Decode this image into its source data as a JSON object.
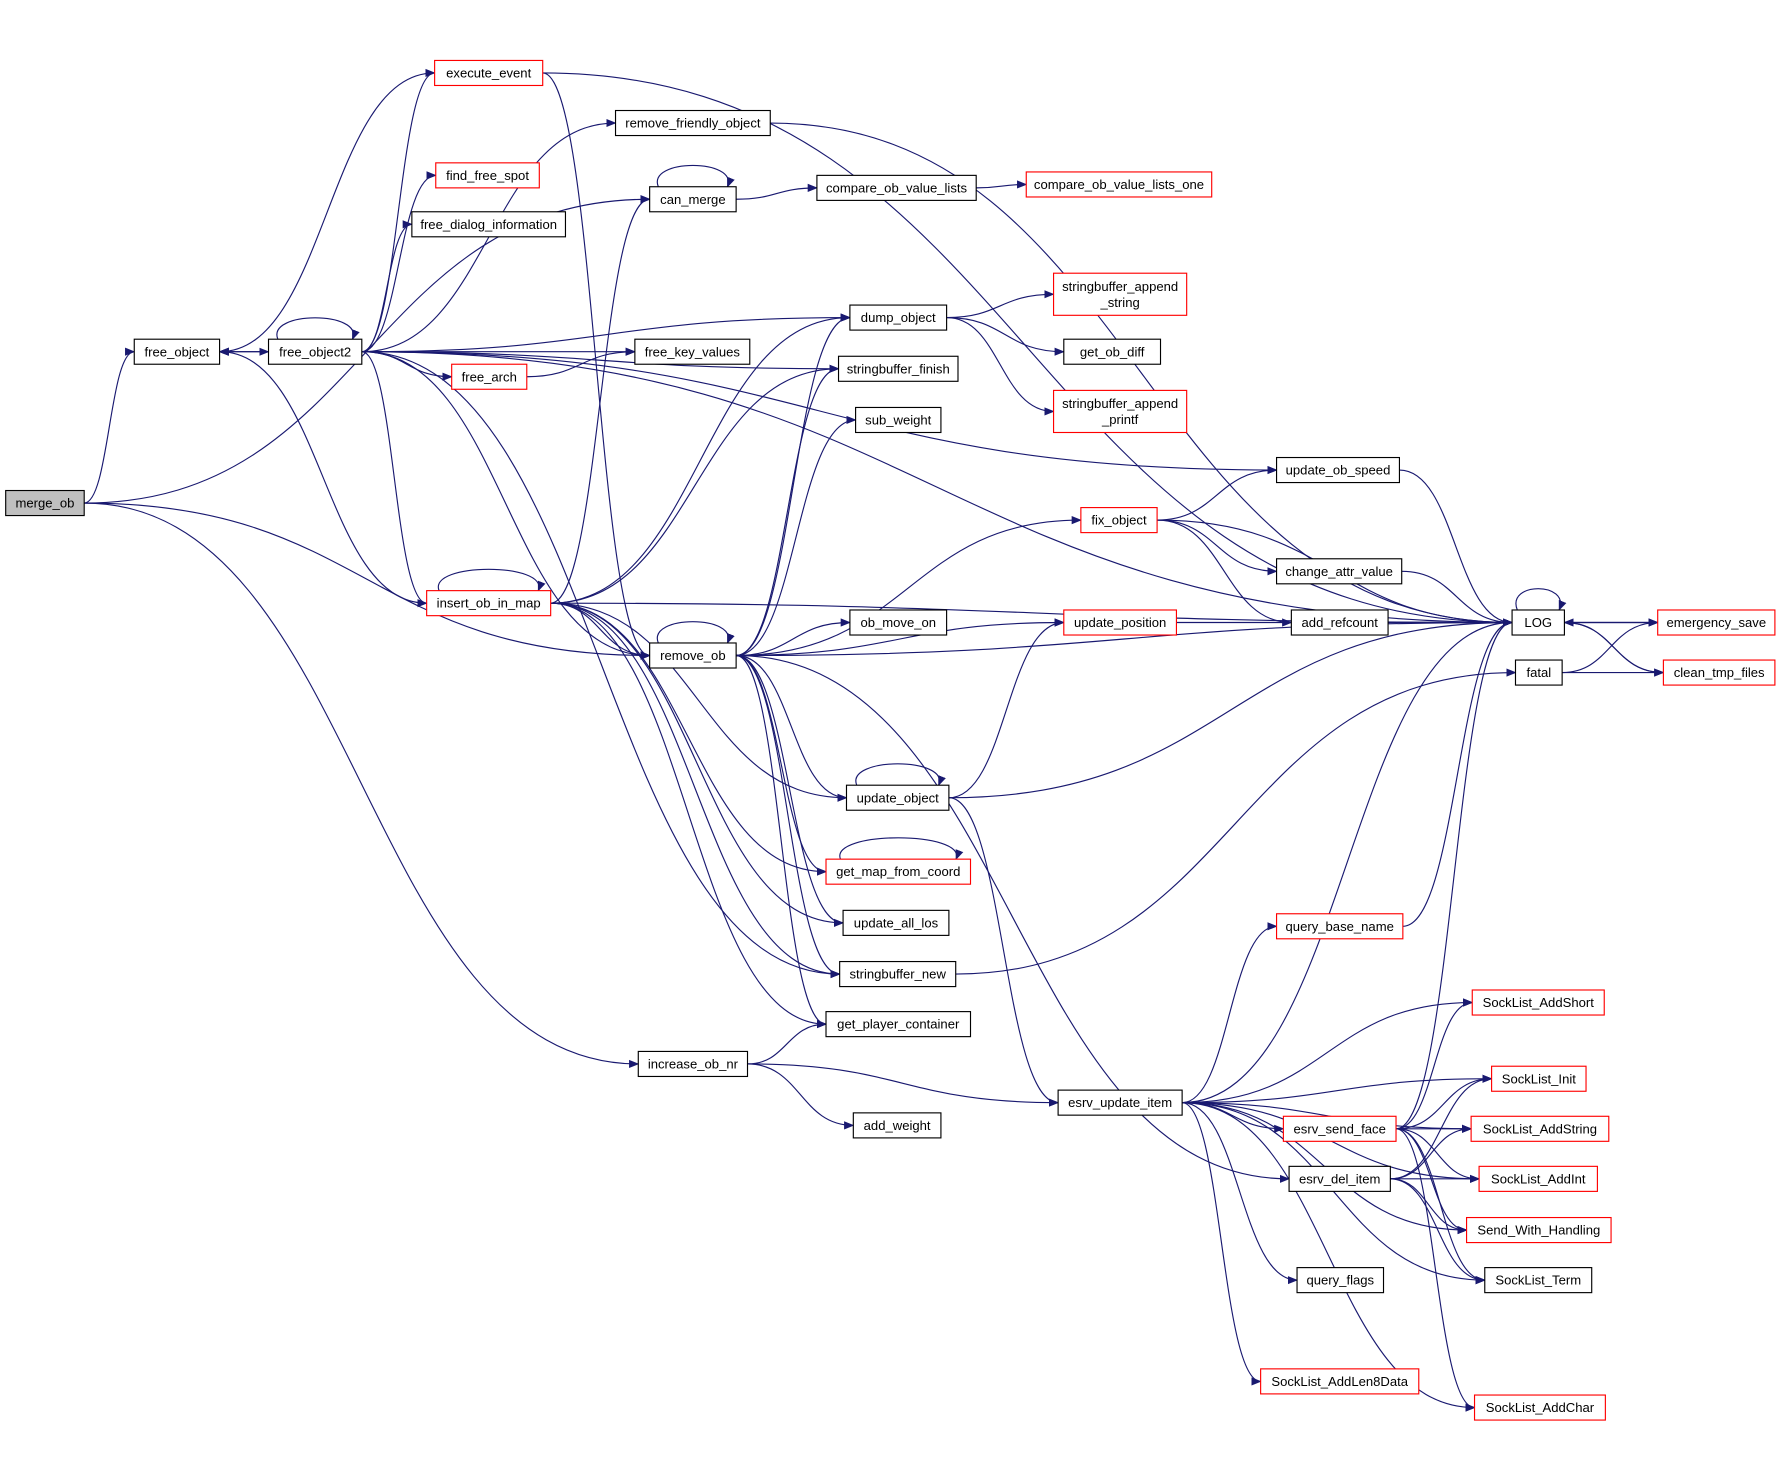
{
  "colors": {
    "edge": "#191970",
    "border_default": "#000000",
    "border_undocumented": "#ff0000",
    "root_fill": "#bfbfbf",
    "node_fill": "#ffffff"
  },
  "root": "merge_ob",
  "nodes": [
    {
      "id": "merge_ob",
      "label": "merge_ob",
      "red": false
    },
    {
      "id": "free_object",
      "label": "free_object",
      "red": false
    },
    {
      "id": "free_object2",
      "label": "free_object2",
      "red": false
    },
    {
      "id": "execute_event",
      "label": "execute_event",
      "red": true
    },
    {
      "id": "remove_friendly_object",
      "label": "remove_friendly_object",
      "red": false
    },
    {
      "id": "find_free_spot",
      "label": "find_free_spot",
      "red": true
    },
    {
      "id": "free_dialog_information",
      "label": "free_dialog_information",
      "red": false
    },
    {
      "id": "free_arch",
      "label": "free_arch",
      "red": true
    },
    {
      "id": "insert_ob_in_map",
      "label": "insert_ob_in_map",
      "red": true
    },
    {
      "id": "can_merge",
      "label": "can_merge",
      "red": false
    },
    {
      "id": "compare_ob_value_lists",
      "label": "compare_ob_value_lists",
      "red": false
    },
    {
      "id": "compare_ob_value_lists_one",
      "label": "compare_ob_value_lists_one",
      "red": true
    },
    {
      "id": "dump_object",
      "label": "dump_object",
      "red": false
    },
    {
      "id": "free_key_values",
      "label": "free_key_values",
      "red": false
    },
    {
      "id": "stringbuffer_append_string",
      "label": "stringbuffer_append_string",
      "red": true
    },
    {
      "id": "get_ob_diff",
      "label": "get_ob_diff",
      "red": false
    },
    {
      "id": "stringbuffer_finish",
      "label": "stringbuffer_finish",
      "red": false
    },
    {
      "id": "stringbuffer_append_printf",
      "label": "stringbuffer_append_printf",
      "red": true
    },
    {
      "id": "sub_weight",
      "label": "sub_weight",
      "red": false
    },
    {
      "id": "update_ob_speed",
      "label": "update_ob_speed",
      "red": false
    },
    {
      "id": "fix_object",
      "label": "fix_object",
      "red": true
    },
    {
      "id": "change_attr_value",
      "label": "change_attr_value",
      "red": false
    },
    {
      "id": "add_refcount",
      "label": "add_refcount",
      "red": false
    },
    {
      "id": "LOG",
      "label": "LOG",
      "red": false
    },
    {
      "id": "emergency_save",
      "label": "emergency_save",
      "red": true
    },
    {
      "id": "fatal",
      "label": "fatal",
      "red": false
    },
    {
      "id": "clean_tmp_files",
      "label": "clean_tmp_files",
      "red": true
    },
    {
      "id": "update_position",
      "label": "update_position",
      "red": true
    },
    {
      "id": "ob_move_on",
      "label": "ob_move_on",
      "red": false
    },
    {
      "id": "remove_ob",
      "label": "remove_ob",
      "red": false
    },
    {
      "id": "update_object",
      "label": "update_object",
      "red": false
    },
    {
      "id": "get_map_from_coord",
      "label": "get_map_from_coord",
      "red": true
    },
    {
      "id": "update_all_los",
      "label": "update_all_los",
      "red": false
    },
    {
      "id": "stringbuffer_new",
      "label": "stringbuffer_new",
      "red": false
    },
    {
      "id": "get_player_container",
      "label": "get_player_container",
      "red": false
    },
    {
      "id": "increase_ob_nr",
      "label": "increase_ob_nr",
      "red": false
    },
    {
      "id": "add_weight",
      "label": "add_weight",
      "red": false
    },
    {
      "id": "esrv_update_item",
      "label": "esrv_update_item",
      "red": false
    },
    {
      "id": "query_base_name",
      "label": "query_base_name",
      "red": true
    },
    {
      "id": "SockList_AddShort",
      "label": "SockList_AddShort",
      "red": true
    },
    {
      "id": "SockList_Init",
      "label": "SockList_Init",
      "red": true
    },
    {
      "id": "SockList_AddString",
      "label": "SockList_AddString",
      "red": true
    },
    {
      "id": "SockList_AddInt",
      "label": "SockList_AddInt",
      "red": true
    },
    {
      "id": "Send_With_Handling",
      "label": "Send_With_Handling",
      "red": true
    },
    {
      "id": "SockList_Term",
      "label": "SockList_Term",
      "red": false
    },
    {
      "id": "esrv_send_face",
      "label": "esrv_send_face",
      "red": true
    },
    {
      "id": "esrv_del_item",
      "label": "esrv_del_item",
      "red": false
    },
    {
      "id": "query_flags",
      "label": "query_flags",
      "red": false
    },
    {
      "id": "SockList_AddLen8Data",
      "label": "SockList_AddLen8Data",
      "red": true
    },
    {
      "id": "SockList_AddChar",
      "label": "SockList_AddChar",
      "red": true
    }
  ],
  "edges": [
    [
      "merge_ob",
      "free_object"
    ],
    [
      "merge_ob",
      "can_merge"
    ],
    [
      "merge_ob",
      "remove_ob"
    ],
    [
      "merge_ob",
      "increase_ob_nr"
    ],
    [
      "free_object",
      "free_object2"
    ],
    [
      "free_object2",
      "free_object"
    ],
    [
      "free_object2",
      "free_object2"
    ],
    [
      "free_object2",
      "execute_event"
    ],
    [
      "free_object2",
      "remove_friendly_object"
    ],
    [
      "free_object2",
      "find_free_spot"
    ],
    [
      "free_object2",
      "free_dialog_information"
    ],
    [
      "free_object2",
      "free_arch"
    ],
    [
      "free_object2",
      "free_key_values"
    ],
    [
      "free_object2",
      "update_ob_speed"
    ],
    [
      "free_object2",
      "dump_object"
    ],
    [
      "free_object2",
      "stringbuffer_finish"
    ],
    [
      "free_object2",
      "insert_ob_in_map"
    ],
    [
      "free_object2",
      "remove_ob"
    ],
    [
      "free_object2",
      "stringbuffer_new"
    ],
    [
      "free_object2",
      "LOG"
    ],
    [
      "execute_event",
      "free_object"
    ],
    [
      "execute_event",
      "LOG"
    ],
    [
      "execute_event",
      "remove_ob"
    ],
    [
      "remove_friendly_object",
      "LOG"
    ],
    [
      "can_merge",
      "can_merge"
    ],
    [
      "can_merge",
      "compare_ob_value_lists"
    ],
    [
      "compare_ob_value_lists",
      "compare_ob_value_lists_one"
    ],
    [
      "free_arch",
      "free_key_values"
    ],
    [
      "insert_ob_in_map",
      "insert_ob_in_map"
    ],
    [
      "insert_ob_in_map",
      "free_object"
    ],
    [
      "insert_ob_in_map",
      "can_merge"
    ],
    [
      "insert_ob_in_map",
      "dump_object"
    ],
    [
      "insert_ob_in_map",
      "stringbuffer_finish"
    ],
    [
      "insert_ob_in_map",
      "remove_ob"
    ],
    [
      "insert_ob_in_map",
      "LOG"
    ],
    [
      "insert_ob_in_map",
      "update_object"
    ],
    [
      "insert_ob_in_map",
      "get_map_from_coord"
    ],
    [
      "insert_ob_in_map",
      "update_all_los"
    ],
    [
      "insert_ob_in_map",
      "stringbuffer_new"
    ],
    [
      "insert_ob_in_map",
      "get_player_container"
    ],
    [
      "dump_object",
      "stringbuffer_append_string"
    ],
    [
      "dump_object",
      "get_ob_diff"
    ],
    [
      "dump_object",
      "stringbuffer_append_printf"
    ],
    [
      "remove_ob",
      "remove_ob"
    ],
    [
      "remove_ob",
      "dump_object"
    ],
    [
      "remove_ob",
      "stringbuffer_finish"
    ],
    [
      "remove_ob",
      "sub_weight"
    ],
    [
      "remove_ob",
      "LOG"
    ],
    [
      "remove_ob",
      "fix_object"
    ],
    [
      "remove_ob",
      "update_position"
    ],
    [
      "remove_ob",
      "ob_move_on"
    ],
    [
      "remove_ob",
      "update_object"
    ],
    [
      "remove_ob",
      "get_map_from_coord"
    ],
    [
      "remove_ob",
      "update_all_los"
    ],
    [
      "remove_ob",
      "stringbuffer_new"
    ],
    [
      "remove_ob",
      "get_player_container"
    ],
    [
      "remove_ob",
      "esrv_del_item"
    ],
    [
      "fix_object",
      "update_ob_speed"
    ],
    [
      "fix_object",
      "LOG"
    ],
    [
      "fix_object",
      "change_attr_value"
    ],
    [
      "fix_object",
      "add_refcount"
    ],
    [
      "update_ob_speed",
      "LOG"
    ],
    [
      "change_attr_value",
      "LOG"
    ],
    [
      "update_position",
      "LOG"
    ],
    [
      "update_object",
      "update_object"
    ],
    [
      "update_object",
      "update_position"
    ],
    [
      "update_object",
      "LOG"
    ],
    [
      "update_object",
      "esrv_update_item"
    ],
    [
      "get_map_from_coord",
      "get_map_from_coord"
    ],
    [
      "stringbuffer_new",
      "fatal"
    ],
    [
      "increase_ob_nr",
      "get_player_container"
    ],
    [
      "increase_ob_nr",
      "add_weight"
    ],
    [
      "increase_ob_nr",
      "esrv_update_item"
    ],
    [
      "LOG",
      "LOG"
    ],
    [
      "LOG",
      "emergency_save"
    ],
    [
      "LOG",
      "clean_tmp_files"
    ],
    [
      "emergency_save",
      "LOG"
    ],
    [
      "fatal",
      "emergency_save"
    ],
    [
      "fatal",
      "clean_tmp_files"
    ],
    [
      "clean_tmp_files",
      "LOG"
    ],
    [
      "esrv_update_item",
      "query_base_name"
    ],
    [
      "esrv_update_item",
      "LOG"
    ],
    [
      "esrv_update_item",
      "SockList_AddShort"
    ],
    [
      "esrv_update_item",
      "SockList_Init"
    ],
    [
      "esrv_update_item",
      "SockList_AddString"
    ],
    [
      "esrv_update_item",
      "esrv_send_face"
    ],
    [
      "esrv_update_item",
      "SockList_AddInt"
    ],
    [
      "esrv_update_item",
      "query_flags"
    ],
    [
      "esrv_update_item",
      "Send_With_Handling"
    ],
    [
      "esrv_update_item",
      "SockList_AddLen8Data"
    ],
    [
      "esrv_update_item",
      "SockList_Term"
    ],
    [
      "esrv_update_item",
      "SockList_AddChar"
    ],
    [
      "query_base_name",
      "LOG"
    ],
    [
      "esrv_send_face",
      "LOG"
    ],
    [
      "esrv_send_face",
      "SockList_AddShort"
    ],
    [
      "esrv_send_face",
      "SockList_Init"
    ],
    [
      "esrv_send_face",
      "SockList_AddString"
    ],
    [
      "esrv_send_face",
      "SockList_AddInt"
    ],
    [
      "esrv_send_face",
      "Send_With_Handling"
    ],
    [
      "esrv_send_face",
      "SockList_Term"
    ],
    [
      "esrv_send_face",
      "SockList_AddChar"
    ],
    [
      "esrv_del_item",
      "SockList_Init"
    ],
    [
      "esrv_del_item",
      "SockList_AddString"
    ],
    [
      "esrv_del_item",
      "SockList_AddInt"
    ],
    [
      "esrv_del_item",
      "Send_With_Handling"
    ],
    [
      "esrv_del_item",
      "SockList_Term"
    ]
  ]
}
